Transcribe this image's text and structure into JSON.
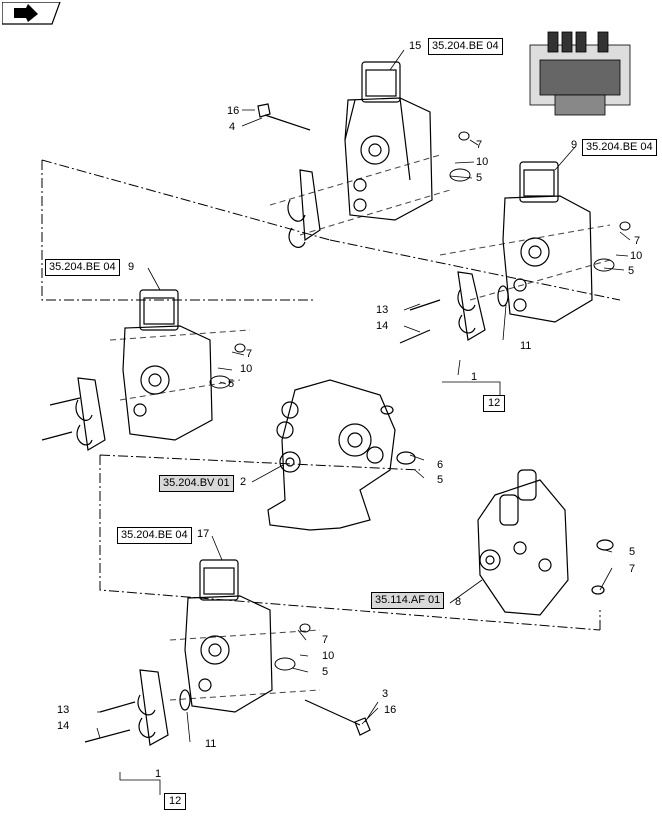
{
  "diagram": {
    "refs": {
      "ref_top": "35.204.BE 04",
      "ref_right": "35.204.BE 04",
      "ref_left": "35.204.BE 04",
      "ref_bottom": "35.204.BE 04",
      "ref_bv": "35.204.BV 01",
      "ref_af": "35.114.AF 01"
    },
    "callouts": {
      "c15": "15",
      "c16a": "16",
      "c4": "4",
      "c7a": "7",
      "c10a": "10",
      "c5a": "5",
      "c9a": "9",
      "c7b": "7",
      "c10b": "10",
      "c5b": "5",
      "c9b": "9",
      "c7c": "7",
      "c10c": "10",
      "c5c": "5",
      "c13a": "13",
      "c14a": "14",
      "c11a": "11",
      "c1a": "1",
      "c12a": "12",
      "c2": "2",
      "c6": "6",
      "c5d": "5",
      "c17": "17",
      "c7d": "7",
      "c10d": "10",
      "c5e": "5",
      "c8": "8",
      "c5f": "5",
      "c7e": "7",
      "c13b": "13",
      "c14b": "14",
      "c11b": "11",
      "c3": "3",
      "c16b": "16",
      "c1b": "1",
      "c12b": "12"
    }
  }
}
